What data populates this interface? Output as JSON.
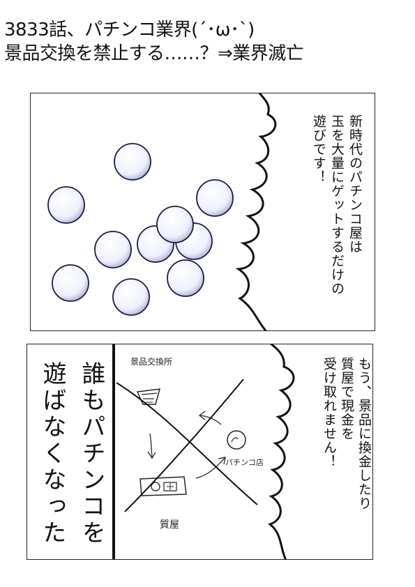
{
  "title": {
    "line1": "3833話、パチンコ業界(´･ω･`)",
    "line2": "景品交換を禁止する……？⇒業界滅亡"
  },
  "panel1": {
    "text_columns": [
      "新時代のパチンコ屋は",
      "玉を大量にゲットするだけの",
      "遊びです！"
    ]
  },
  "panel2": {
    "text_columns": [
      "もう、景品に換金したり",
      "質屋で現金を",
      "受け取れません！"
    ],
    "big_columns": [
      "誰もパチンコを",
      "遊ばなくなった"
    ],
    "labels": {
      "exchange": "景品交換所",
      "pachinko": "パチンコ店",
      "pawn": "質屋"
    }
  },
  "colors": {
    "ink": "#111111",
    "ball_fill": "#f6f7ff",
    "ball_stroke": "#1a1a40"
  },
  "icons": [
    "pachinko-ball-icon",
    "exchange-booth-icon",
    "pachinko-ball-small-icon",
    "pawn-shop-sign-icon",
    "cross-out-icon"
  ]
}
